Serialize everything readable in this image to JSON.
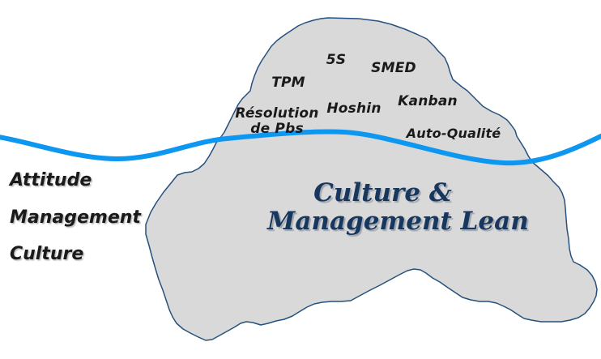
{
  "diagram": {
    "type": "iceberg",
    "title": {
      "line1": "Culture &",
      "line2": "Management Lean"
    },
    "tools_above_waterline": {
      "tpm": "TPM",
      "five_s": "5S",
      "smed": "SMED",
      "resolution_de_pbs": "Résolution\nde Pbs",
      "hoshin": "Hoshin",
      "kanban": "Kanban",
      "auto_qualite": "Auto-Qualité"
    },
    "side_labels": {
      "attitude": "Attitude",
      "management": "Management",
      "culture": "Culture"
    }
  },
  "colors": {
    "water_line": "#0d97f0",
    "iceberg_fill": "#d9d9d9",
    "iceberg_stroke": "#25517e",
    "title_color": "#17375e",
    "label_color": "#1a1a1a"
  }
}
